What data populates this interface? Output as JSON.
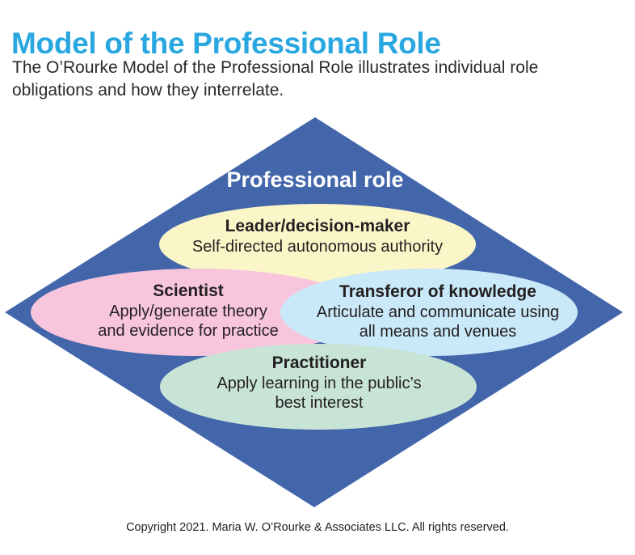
{
  "page": {
    "title": "Model of the Professional Role",
    "subtitle_line1": "The O’Rourke Model of the Professional Role illustrates individual role",
    "subtitle_line2": "obligations and how they interrelate.",
    "copyright": "Copyright 2021. Maria W. O’Rourke & Associates LLC. All rights reserved."
  },
  "colors": {
    "title_text": "#29A7E0",
    "diamond": "#4366AB",
    "diamond_label_text": "#FFFFFF",
    "body_text": "#231F20",
    "leader_fill": "#FAF6C8",
    "scientist_fill": "#F7C5DC",
    "transferor_fill": "#C9E8F8",
    "practitioner_fill": "#C8E4D6"
  },
  "diagram": {
    "diamond_label": "Professional role",
    "roles": [
      {
        "id": "leader",
        "title": "Leader/decision-maker",
        "lines": [
          "Self-directed autonomous authority"
        ],
        "color": "#FAF6C8"
      },
      {
        "id": "scientist",
        "title": "Scientist",
        "lines": [
          "Apply/generate theory",
          "and evidence for practice"
        ],
        "color": "#F7C5DC"
      },
      {
        "id": "transferor",
        "title": "Transferor of knowledge",
        "lines": [
          "Articulate and communicate using",
          "all means and venues"
        ],
        "color": "#C9E8F8"
      },
      {
        "id": "practitioner",
        "title": "Practitioner",
        "lines": [
          "Apply learning in the public’s",
          "best interest"
        ],
        "color": "#C8E4D6"
      }
    ]
  }
}
